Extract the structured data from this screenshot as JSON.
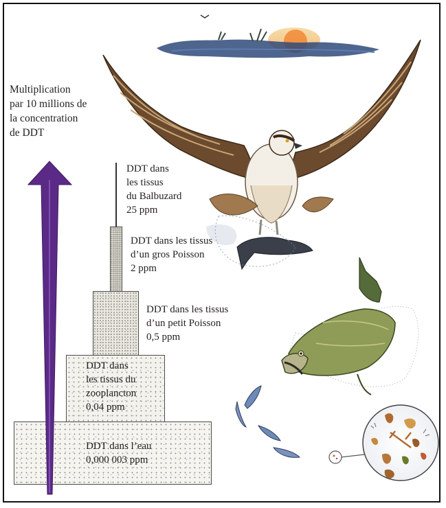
{
  "caption": "Multiplication\npar 10 millions de\nla concentration\nde DDT",
  "levels": {
    "water": "DDT dans l’eau\n0,000 003 ppm",
    "zooplankton": "DDT dans\nles tissus du\nzooplancton\n0,04 ppm",
    "small_fish": "DDT dans les tissus\nd’un petit Poisson\n0,5 ppm",
    "big_fish": "DDT dans les tissus\nd’un gros Poisson\n2 ppm",
    "osprey": "DDT dans\nles tissus\ndu Balbuzard\n25 ppm"
  },
  "colors": {
    "arrow": "#5b2a86",
    "pyramid_fill": "#f3f1ea",
    "border": "#111111"
  }
}
